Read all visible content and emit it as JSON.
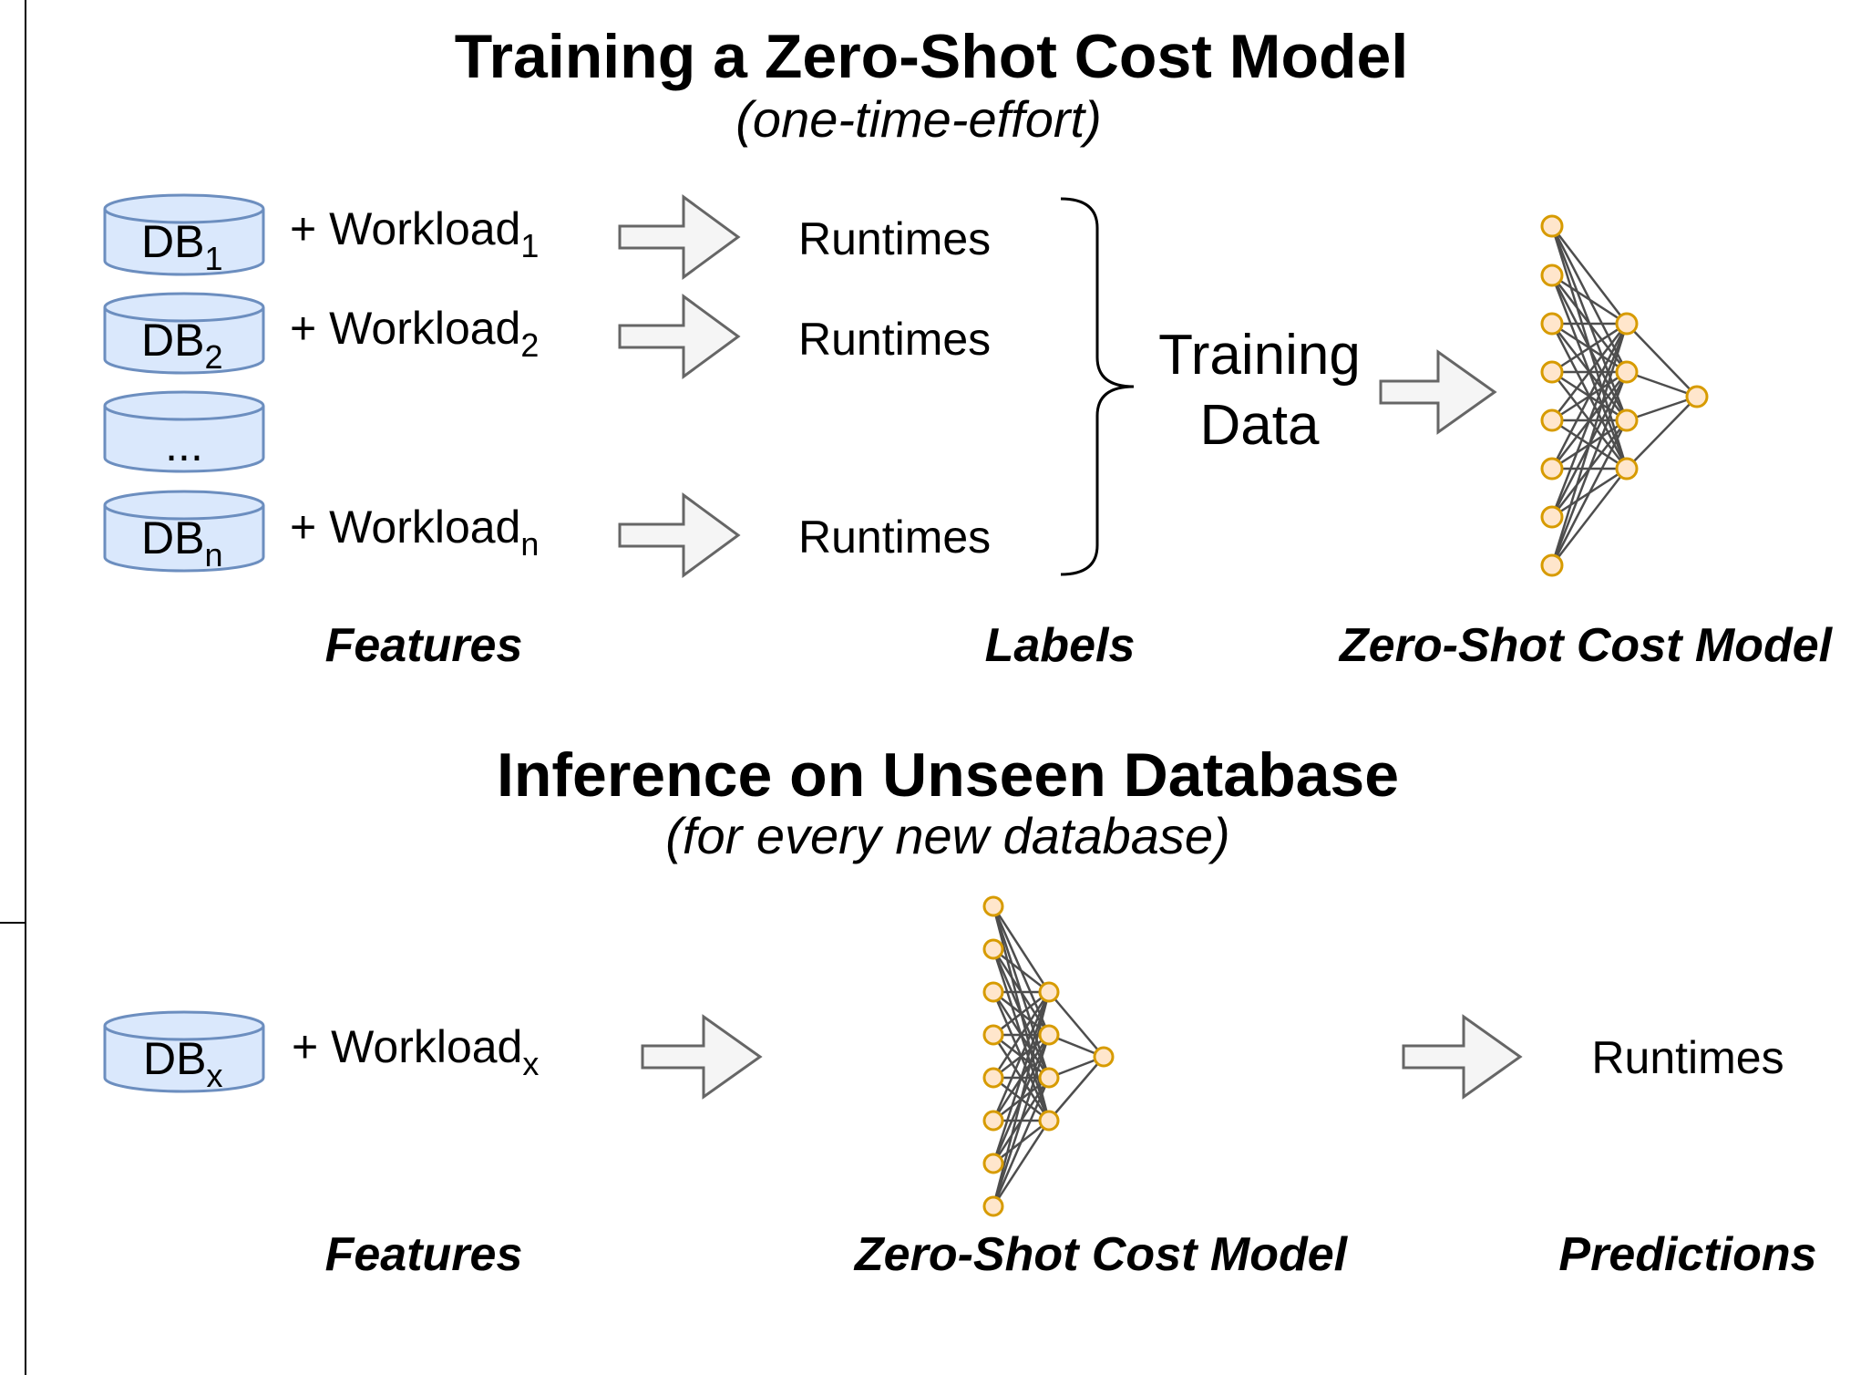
{
  "training": {
    "title": "Training a Zero-Shot Cost Model",
    "subtitle": "(one-time-effort)",
    "rows": [
      {
        "db_base": "DB",
        "db_sub": "1",
        "workload_base": "+ Workload",
        "workload_sub": "1",
        "output": "Runtimes"
      },
      {
        "db_base": "DB",
        "db_sub": "2",
        "workload_base": "+ Workload",
        "workload_sub": "2",
        "output": "Runtimes"
      },
      {
        "db_base": "...",
        "db_sub": "",
        "workload_base": "",
        "workload_sub": "",
        "output": ""
      },
      {
        "db_base": "DB",
        "db_sub": "n",
        "workload_base": "+ Workload",
        "workload_sub": "n",
        "output": "Runtimes"
      }
    ],
    "training_data_line1": "Training",
    "training_data_line2": "Data",
    "captions": {
      "features": "Features",
      "labels": "Labels",
      "model": "Zero-Shot Cost Model"
    }
  },
  "inference": {
    "title": "Inference on Unseen Database",
    "subtitle": "(for every new database)",
    "db_base": "DB",
    "db_sub": "x",
    "workload_base": "+ Workload",
    "workload_sub": "x",
    "output": "Runtimes",
    "captions": {
      "features": "Features",
      "model": "Zero-Shot Cost Model",
      "predictions": "Predictions"
    }
  },
  "colors": {
    "db_fill": "#dae8fc",
    "db_stroke": "#6c8ebf",
    "node_fill": "#ffe6cc",
    "node_stroke": "#d79b00",
    "edge": "#4d4d4d",
    "arrow_fill": "#f5f5f5",
    "arrow_stroke": "#666666"
  }
}
